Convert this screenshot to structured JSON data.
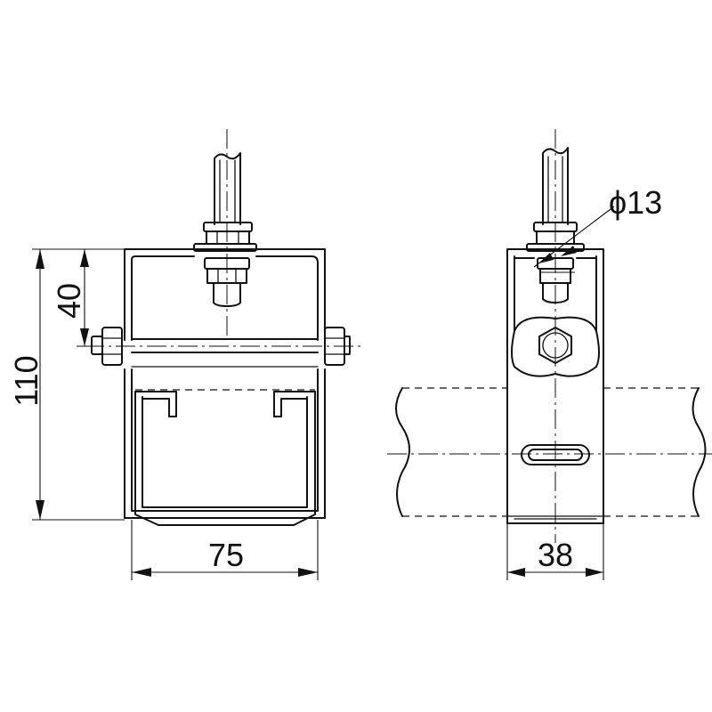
{
  "dimensions": {
    "height_total": "110",
    "height_upper": "40",
    "width_front": "75",
    "width_side": "38",
    "rod_diameter": "ϕ13"
  }
}
